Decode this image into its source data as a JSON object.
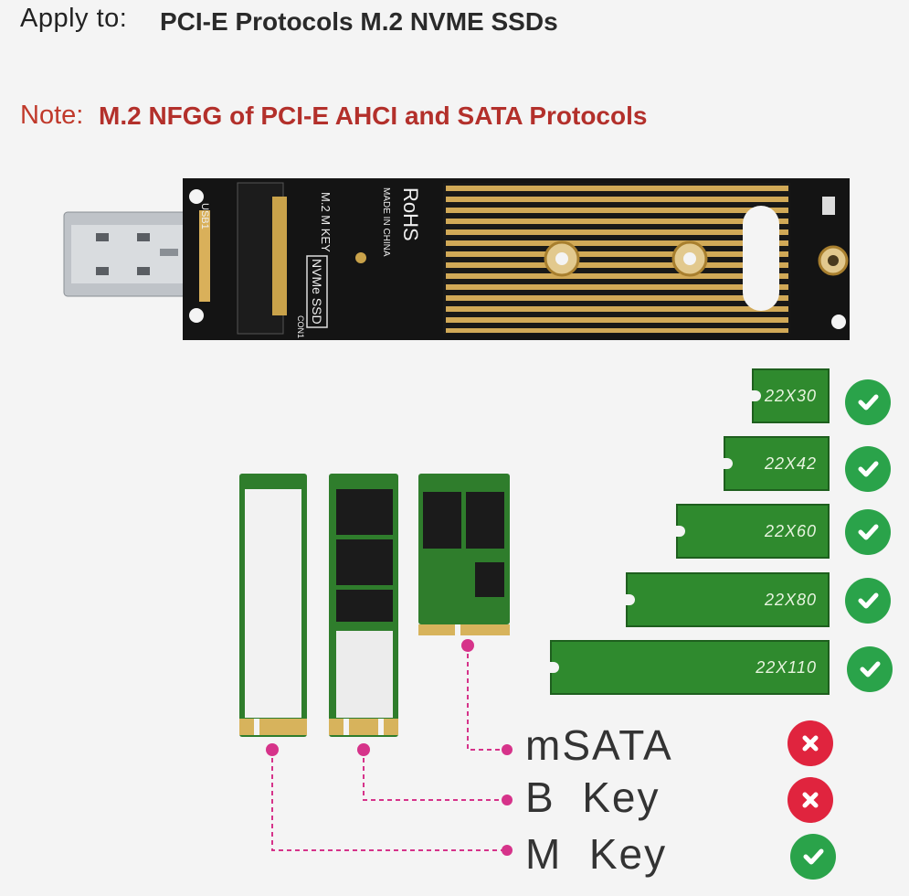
{
  "header": {
    "apply_label": "Apply to:",
    "apply_text": "PCI-E Protocols M.2 NVME SSDs"
  },
  "note": {
    "label": "Note:",
    "text": "M.2 NFGG of PCI-E AHCI and SATA Protocols"
  },
  "board": {
    "usb_label": "USB1",
    "key_label": "M.2 M KEY",
    "ssd_label": "NVMe SSD",
    "made_in": "MADE IN CHINA",
    "rohs": "RoHS",
    "conn_label": "CON1"
  },
  "sizes": [
    {
      "label": "22X30",
      "status": "supported"
    },
    {
      "label": "22X42",
      "status": "supported"
    },
    {
      "label": "22X60",
      "status": "supported"
    },
    {
      "label": "22X80",
      "status": "supported"
    },
    {
      "label": "22X110",
      "status": "supported"
    }
  ],
  "keys": [
    {
      "label": "mSATA",
      "status": "not-supported"
    },
    {
      "label": "B  Key",
      "status": "not-supported"
    },
    {
      "label": "M  Key",
      "status": "supported"
    }
  ],
  "colors": {
    "supported": "#2aa34a",
    "not_supported": "#e0243e",
    "pcb_green": "#2f8a2e",
    "leader": "#d6338a"
  }
}
